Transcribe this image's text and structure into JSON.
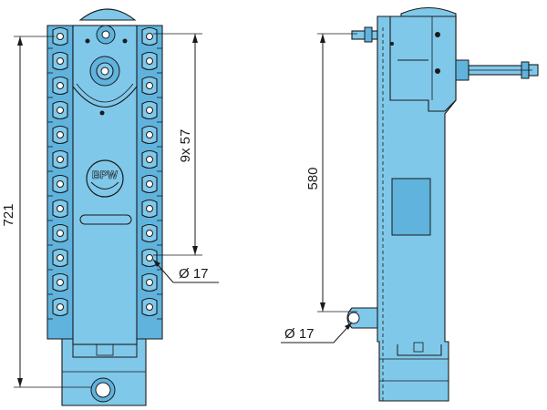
{
  "front_view": {
    "dim_total_height": "721",
    "dim_hole_pitch": "9x 57",
    "dim_hole_diameter": "Ø 17",
    "logo_text": "BPW"
  },
  "side_view": {
    "dim_height": "580",
    "dim_hole_diameter": "Ø 17"
  },
  "colors": {
    "part_fill": "#7fc8ea",
    "outline": "#1a1a1a"
  }
}
